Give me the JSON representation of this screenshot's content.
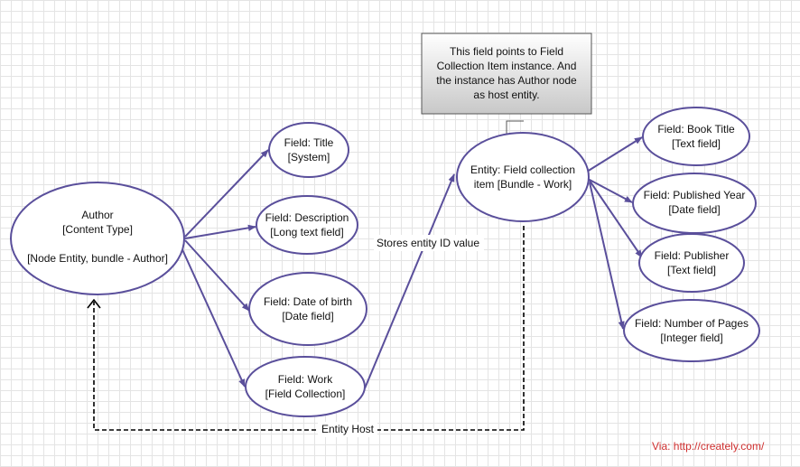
{
  "nodes": {
    "author": [
      "Author",
      "[Content Type]",
      "",
      "[Node Entity, bundle - Author]"
    ],
    "field_title": [
      "Field: Title",
      "[System]"
    ],
    "field_description": [
      "Field: Description",
      "[Long text field]"
    ],
    "field_dob": [
      "Field: Date of birth",
      "[Date field]"
    ],
    "field_work": [
      "Field: Work",
      "[Field Collection]"
    ],
    "entity_fc": [
      "Entity: Field collection",
      "item [Bundle - Work]"
    ],
    "field_book_title": [
      "Field: Book Title",
      "[Text field]"
    ],
    "field_published_year": [
      "Field: Published Year",
      "[Date field]"
    ],
    "field_publisher": [
      "Field: Publisher",
      "[Text field]"
    ],
    "field_pages": [
      "Field: Number of Pages",
      "[Integer field]"
    ]
  },
  "note": [
    "This field points to Field",
    "Collection Item instance. And",
    "the instance has Author node",
    "as host entity."
  ],
  "edge_labels": {
    "stores": "Stores entity ID value",
    "host": "Entity Host"
  },
  "credit": "Via: http://creately.com/",
  "colors": {
    "edge": "#5a4f9b",
    "node_border": "#5a4f9b",
    "note_fill_top": "#ffffff",
    "note_fill_bottom": "#c8c8c8",
    "credit": "#d03030"
  }
}
